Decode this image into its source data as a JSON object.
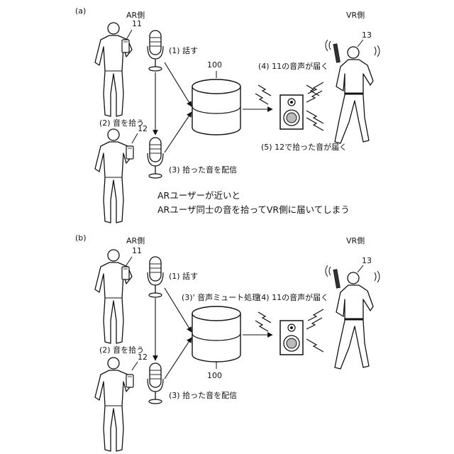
{
  "panel_a": {
    "label": "(a)",
    "ar_side": "AR側",
    "vr_side": "VR側",
    "user_11": "11",
    "user_12": "12",
    "user_13": "13",
    "server": "100",
    "step1": "(1) 話す",
    "step2": "(2) 音を拾う",
    "step3": "(3) 拾った音を配信",
    "step4": "(4) 11の音声が届く",
    "step5": "(5) 12で拾った音が届く",
    "caption_line1": "ARユーザーが近いと",
    "caption_line2": "ARユーザ同士の音を拾ってVR側に届いてしまう"
  },
  "panel_b": {
    "label": "(b)",
    "ar_side": "AR側",
    "vr_side": "VR側",
    "user_11": "11",
    "user_12": "12",
    "user_13": "13",
    "server": "100",
    "step1": "(1) 話す",
    "step2": "(2) 音を拾う",
    "step3": "(3) 拾った音を配信",
    "step3_mute": "(3)' 音声ミュート処理",
    "step4": "(4) 11の音声が届く"
  }
}
